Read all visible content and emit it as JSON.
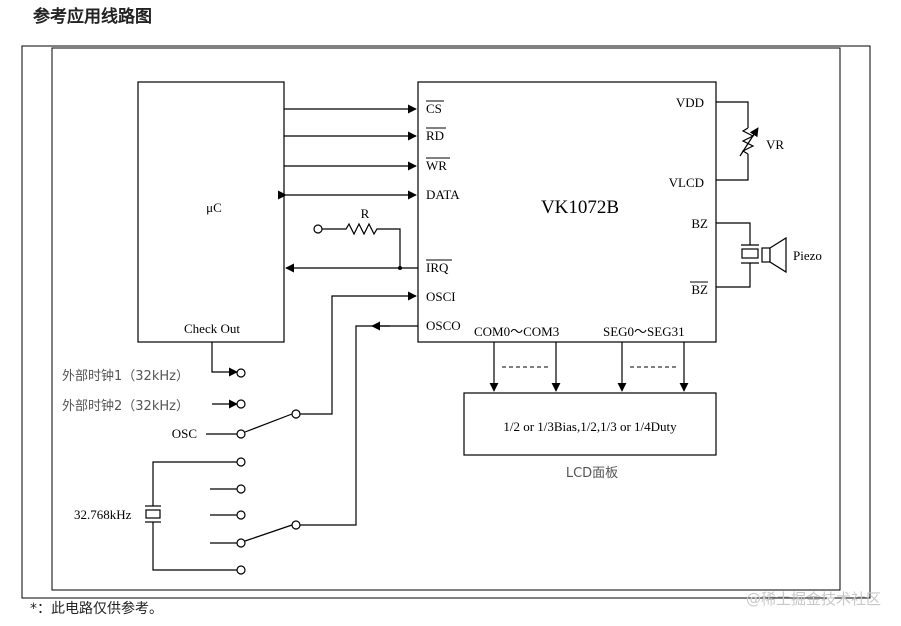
{
  "title": "参考应用线路图",
  "note": "*：此电路仅供参考。",
  "watermark": "@稀土掘金技术社区",
  "mcu": {
    "label": "μC",
    "check_out": "Check Out"
  },
  "chip": {
    "name": "VK1072B",
    "pins_left": {
      "cs": "CS",
      "rd": "RD",
      "wr": "WR",
      "data": "DATA",
      "irq": "IRQ",
      "osci": "OSCI",
      "osco": "OSCO"
    },
    "pins_right": {
      "vdd": "VDD",
      "vlcd": "VLCD",
      "bz1": "BZ",
      "bz2": "BZ"
    },
    "pins_bottom": {
      "com": "COM0～COM3",
      "seg": "SEG0～SEG31"
    }
  },
  "resistor_label": "R",
  "vr_label": "VR",
  "piezo_label": "Piezo",
  "lcd": {
    "text": "1/2 or 1/3Bias,1/2,1/3 or 1/4Duty",
    "caption": "LCD面板"
  },
  "clock": {
    "ext1": "外部时钟1（32kHz）",
    "ext2": "外部时钟2（32kHz）",
    "osc": "OSC",
    "crystal": "32.768kHz"
  }
}
